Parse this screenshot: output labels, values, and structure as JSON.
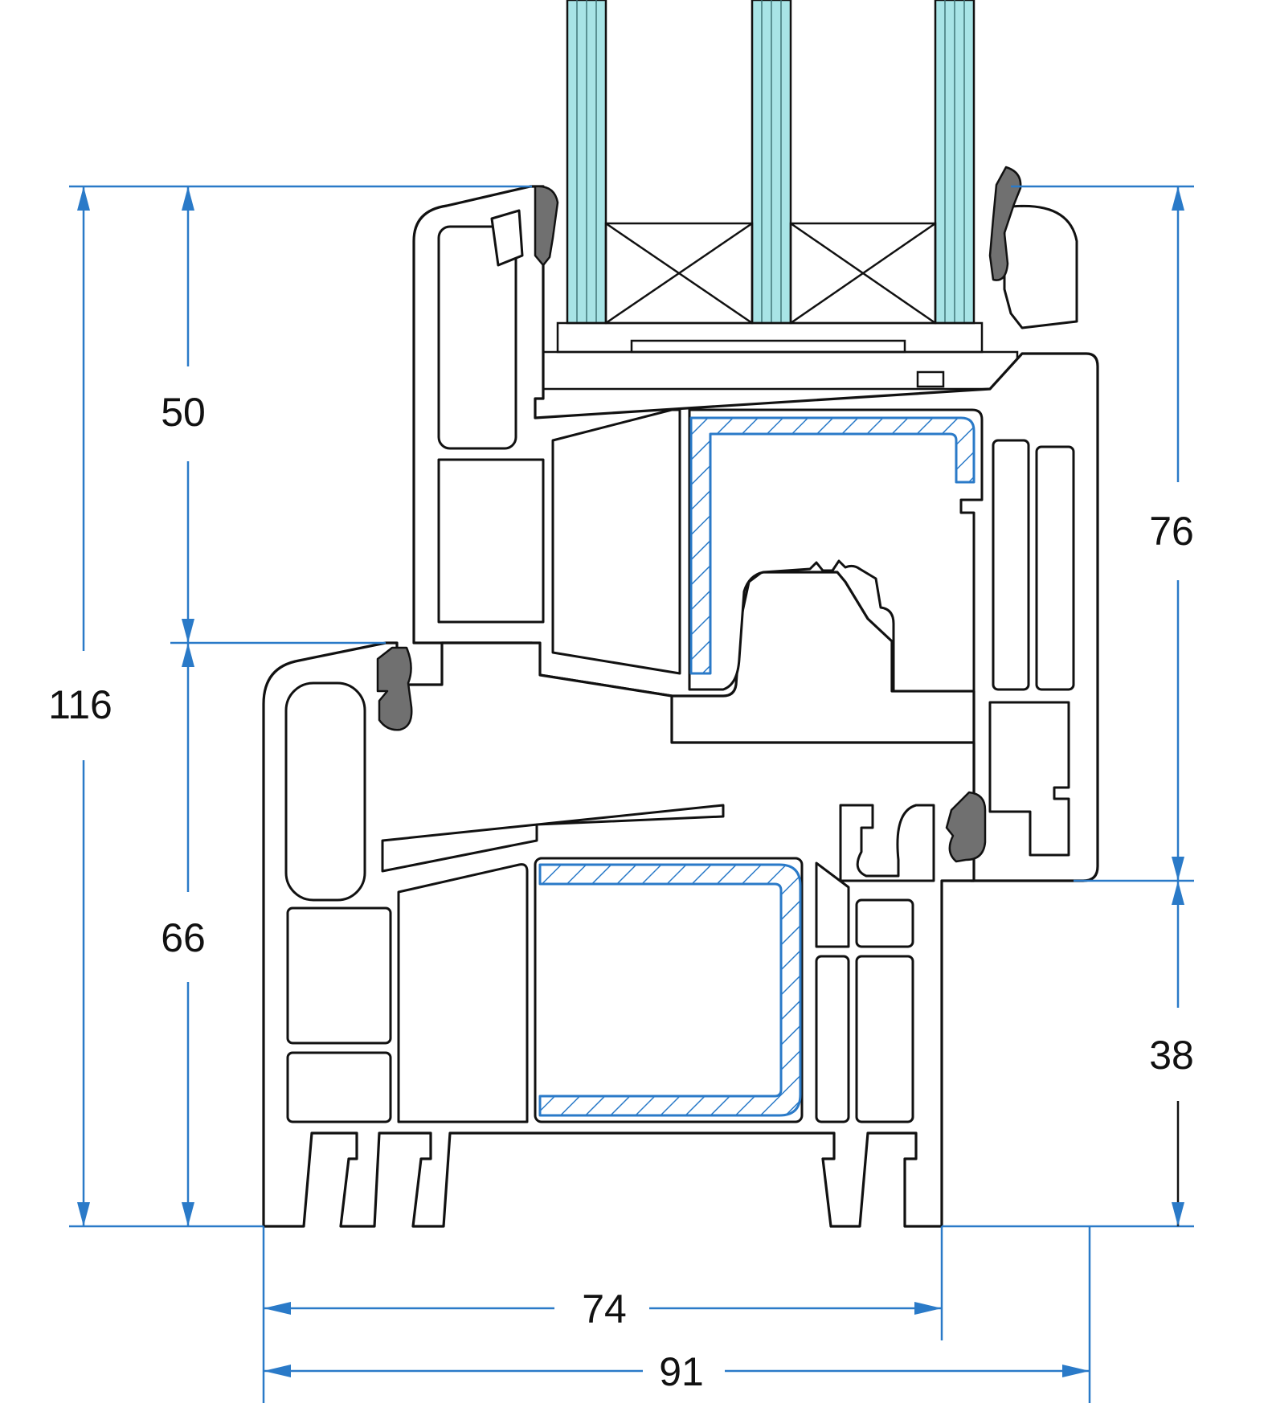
{
  "diagram": {
    "dimension_labels": {
      "total_height": "116",
      "sash_height": "50",
      "frame_height": "66",
      "right_upper": "76",
      "right_lower": "38",
      "frame_width": "74",
      "total_width": "91"
    },
    "colors": {
      "dimension_lines": "#2a7ac8",
      "glass": "#a8e4e6",
      "gasket": "#707070",
      "steel_reinforcement": "#2a7ac8",
      "profile_outline": "#111111"
    },
    "icons": [
      "arrow-icon"
    ]
  }
}
